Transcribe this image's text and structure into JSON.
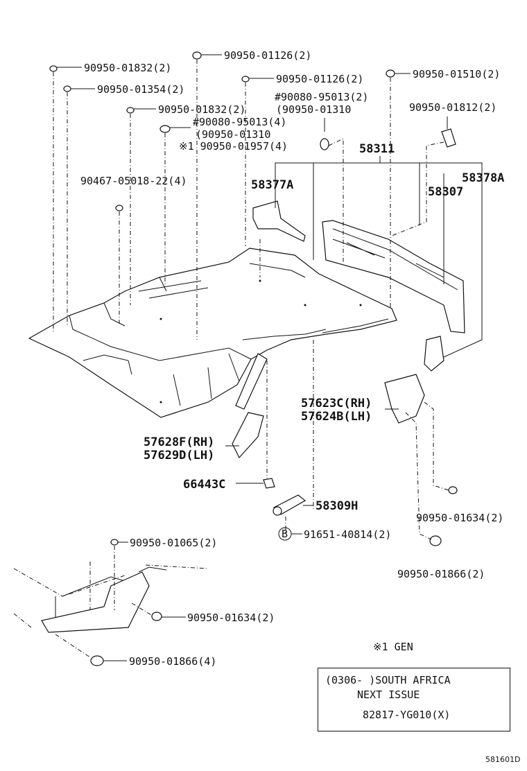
{
  "callouts": {
    "c1": "90950-01832(2)",
    "c2": "90950-01126(2)",
    "c3": "90950-01354(2)",
    "c4": "90950-01126(2)",
    "c5": "90950-01510(2)",
    "c6": "#90080-95013(2)",
    "c7": "(90950-01310",
    "c8": "90950-01832(2)",
    "c9": "#90080-95013(4)",
    "c10": "(90950-01310",
    "c11": "※1 90950-01957(4)",
    "c12": "90950-01812(2)",
    "c13": "90467-05018-22(4)",
    "c14": "58311",
    "c15": "58377A",
    "c16": "58378A",
    "c17": "58307",
    "c18": "57623C(RH)",
    "c19": "57624B(LH)",
    "c20": "57628F(RH)",
    "c21": "57629D(LH)",
    "c22": "66443C",
    "c23": "58309H",
    "c24": "91651-40814(2)",
    "c25": "90950-01634(2)",
    "c26": "90950-01065(2)",
    "c27": "90950-01866(2)",
    "c28": "90950-01634(2)",
    "c29": "90950-01866(4)"
  },
  "ref_b": "B",
  "note_gen": "※1 GEN",
  "note_box": {
    "line1": "(0306-    )SOUTH AFRICA",
    "line2": "NEXT ISSUE",
    "line3": "82817-YG010(X)"
  },
  "figure_code": "581601D"
}
